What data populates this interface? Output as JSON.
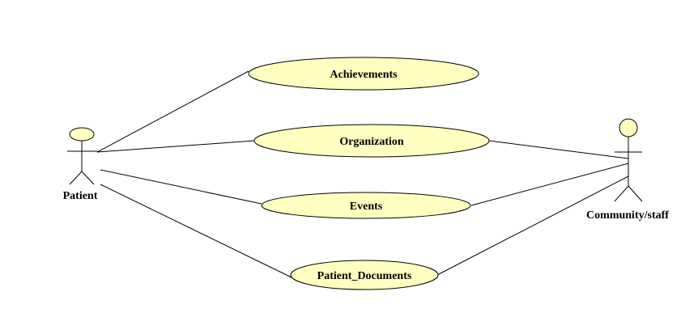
{
  "colors": {
    "use_case_fill": "#ffffc0",
    "actor_head_fill": "#ffffc0",
    "line": "#000000",
    "background": "#ffffff"
  },
  "actors": {
    "patient": {
      "label": "Patient"
    },
    "staff": {
      "label": "Community/staff"
    }
  },
  "use_cases": {
    "achievements": {
      "label": "Achievements"
    },
    "organization": {
      "label": "Organization"
    },
    "events": {
      "label": "Events"
    },
    "patient_documents": {
      "label": "Patient_Documents"
    }
  }
}
